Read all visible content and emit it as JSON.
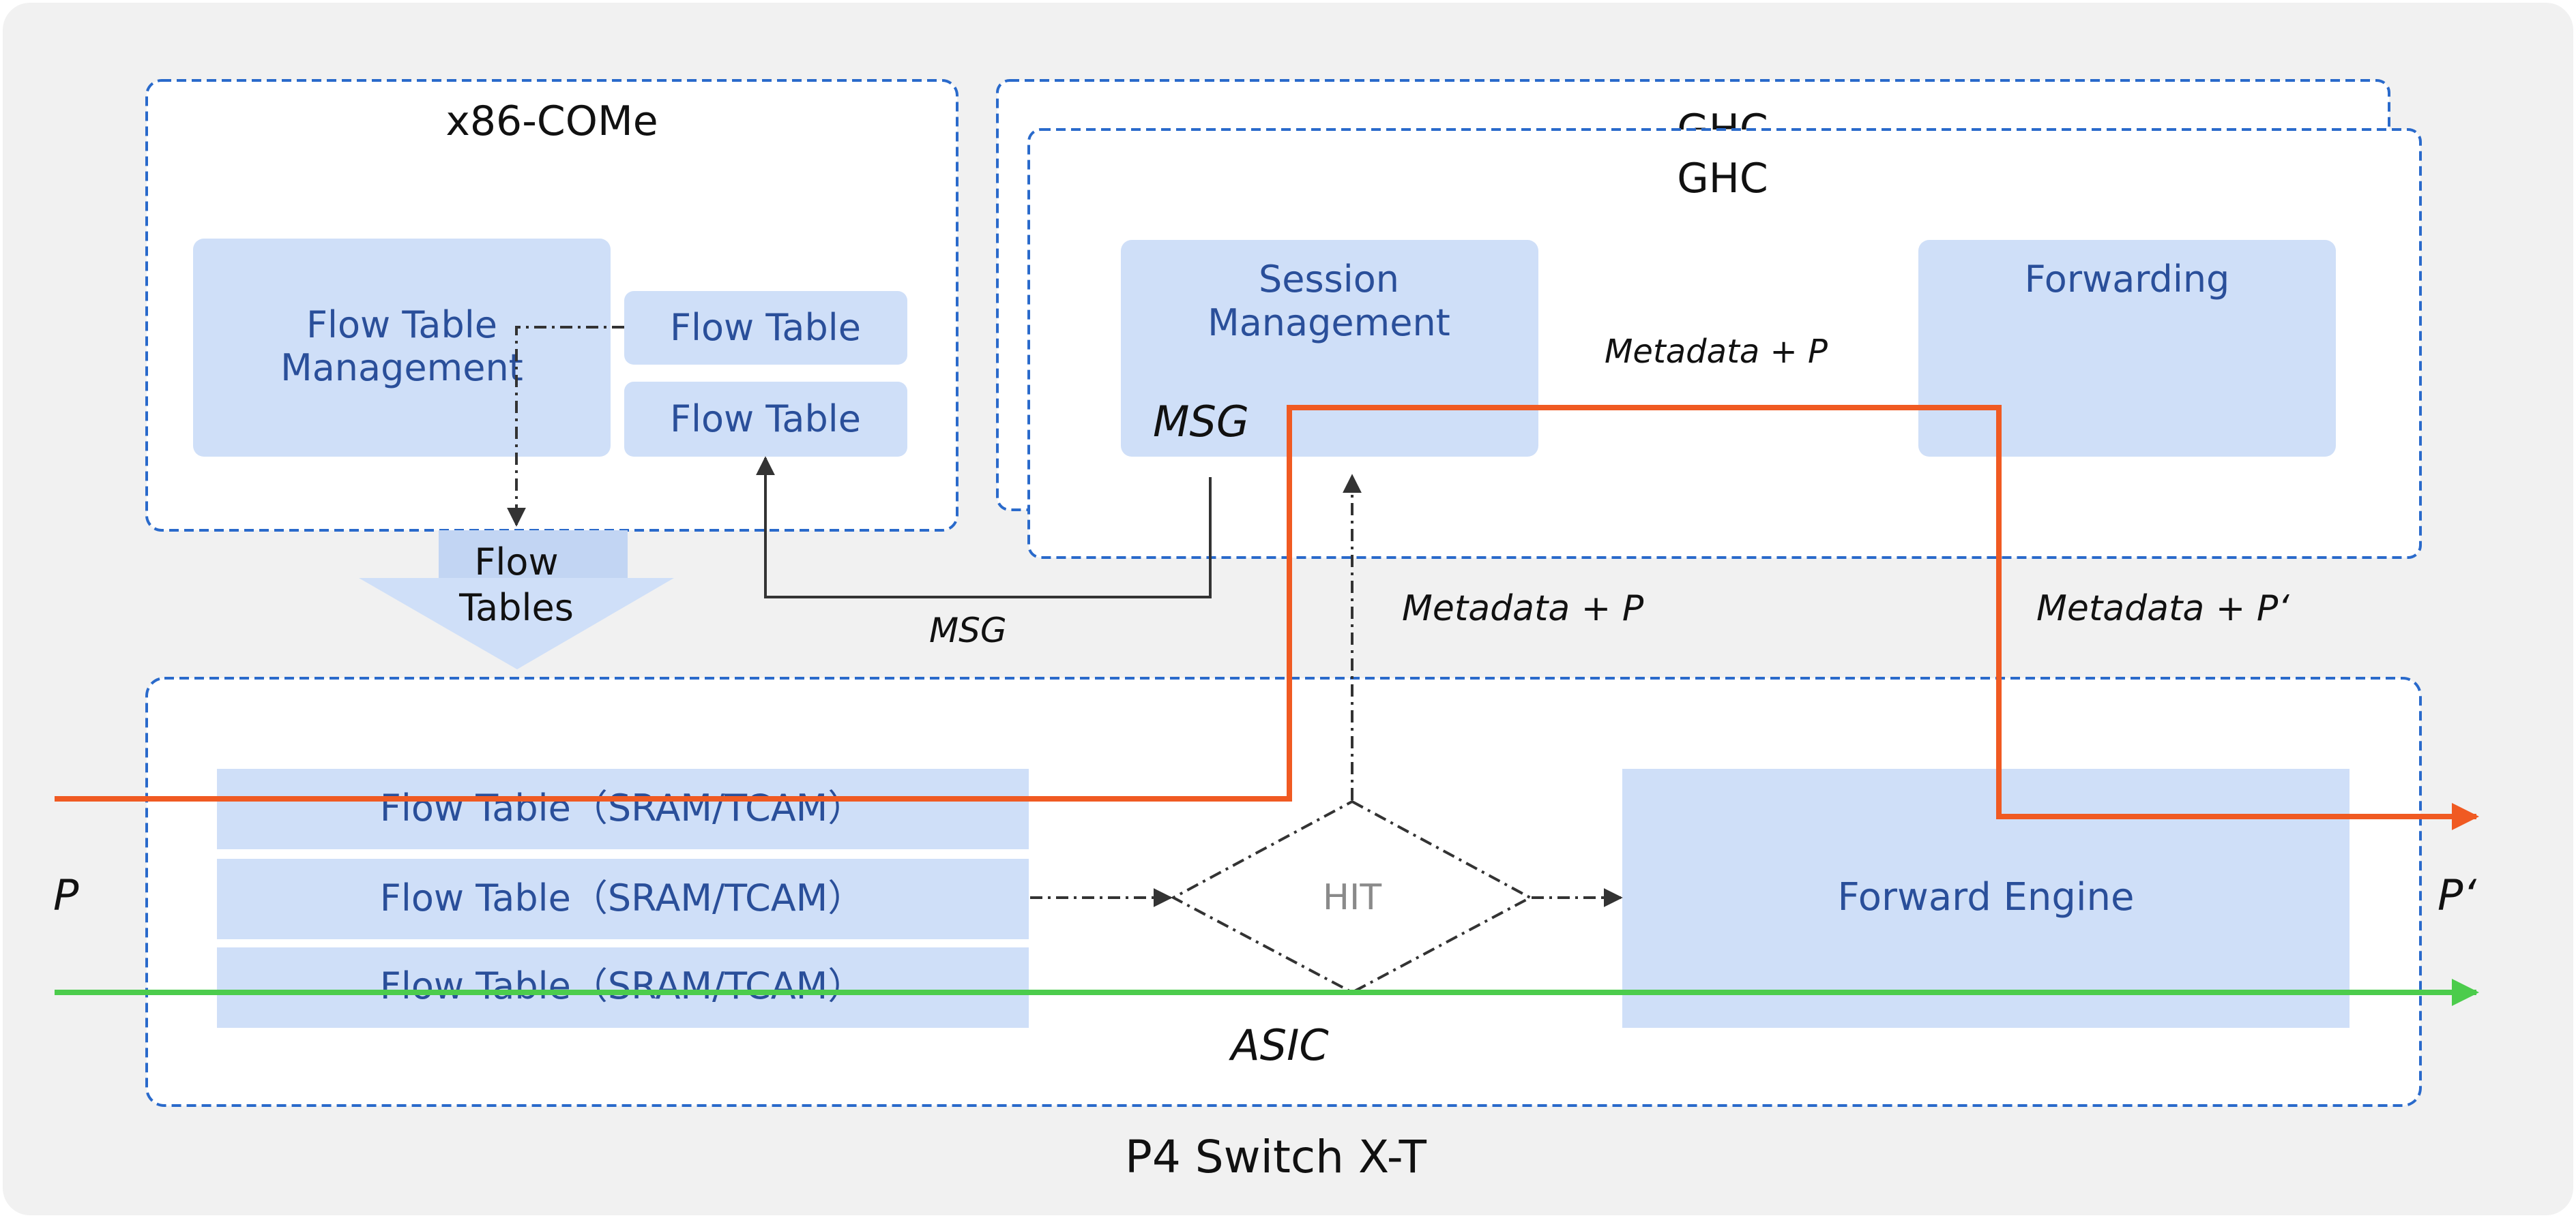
{
  "diagram": {
    "footer_title": "P4 Switch X-T",
    "x86": {
      "title": "x86-COMe",
      "management": [
        "Flow Table",
        "Management"
      ],
      "tables": [
        "Flow Table",
        "Flow Table"
      ]
    },
    "ghc_back": {
      "title": "GHC"
    },
    "ghc": {
      "title": "GHC",
      "session": [
        "Session",
        "Management"
      ],
      "msg": "MSG",
      "forwarding": "Forwarding",
      "metadata_inside": "Metadata + P"
    },
    "flow_tables_arrow": [
      "Flow",
      "Tables"
    ],
    "msg_label": "MSG",
    "metadata_up": "Metadata + P",
    "metadata_down": "Metadata + P‘",
    "asic": {
      "label": "ASIC",
      "flow_tables": [
        "Flow Table（SRAM/TCAM）",
        "Flow Table（SRAM/TCAM）",
        "Flow Table（SRAM/TCAM）"
      ],
      "hit": "HIT",
      "forward_engine": "Forward Engine"
    },
    "input_label": "P",
    "output_label": "P‘",
    "colors": {
      "background": "#f1f1f1",
      "box_fill": "#ffffff",
      "dashed_border": "#2a6acb",
      "block_fill": "#cfdff8",
      "block_text": "#2a4f9a",
      "orange_path": "#f05a22",
      "green_path": "#4ccc4c",
      "connector": "#333333"
    }
  }
}
